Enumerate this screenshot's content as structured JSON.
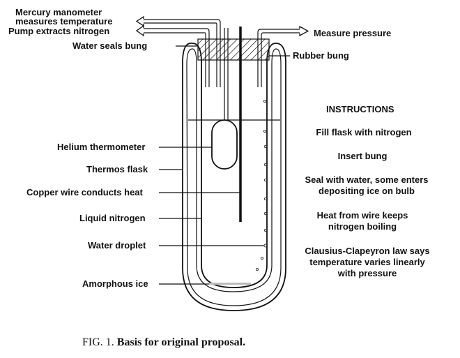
{
  "labels": {
    "mercury_line1": "Mercury manometer",
    "mercury_line2": "measures temperature",
    "pump": "Pump extracts nitrogen",
    "water_seals": "Water seals bung",
    "measure_pressure": "Measure pressure",
    "rubber_bung": "Rubber bung",
    "helium_thermometer": "Helium thermometer",
    "thermos_flask": "Thermos flask",
    "copper_wire": "Copper wire conducts heat",
    "liquid_nitrogen": "Liquid nitrogen",
    "water_droplet": "Water droplet",
    "amorphous_ice": "Amorphous ice"
  },
  "instructions": {
    "heading": "INSTRUCTIONS",
    "step1": "Fill flask with nitrogen",
    "step2": "Insert bung",
    "step3_line1": "Seal with water, some enters",
    "step3_line2": "depositing ice on bulb",
    "step4_line1": "Heat from wire keeps",
    "step4_line2": "nitrogen boiling",
    "step5_line1": "Clausius-Clapeyron law says",
    "step5_line2": "temperature varies linearly",
    "step5_line3": "with pressure"
  },
  "caption": {
    "prefix": "FIG. 1.",
    "title": "Basis for original proposal."
  }
}
